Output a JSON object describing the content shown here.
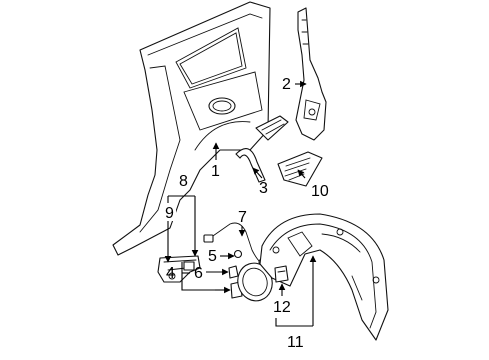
{
  "diagram": {
    "colors": {
      "line": "#111111",
      "background": "#ffffff"
    },
    "parts": [
      {
        "id": "quarter-panel",
        "callout": "1"
      },
      {
        "id": "pillar-reinforcement",
        "callout": "2"
      },
      {
        "id": "wheel-arch-trim",
        "callout": "3"
      },
      {
        "id": "fuel-door-assembly",
        "callout": "4"
      },
      {
        "id": "fuel-door-screw",
        "callout": "5"
      },
      {
        "id": "fuel-door-hinge",
        "callout": "6"
      },
      {
        "id": "fuel-release-cable",
        "callout": "7"
      },
      {
        "id": "lock-actuator-assembly",
        "callout": "8"
      },
      {
        "id": "lock-actuator",
        "callout": "9"
      },
      {
        "id": "vent-grille",
        "callout": "10"
      },
      {
        "id": "wheel-well-liner",
        "callout": "11"
      },
      {
        "id": "liner-clip",
        "callout": "12"
      }
    ]
  }
}
